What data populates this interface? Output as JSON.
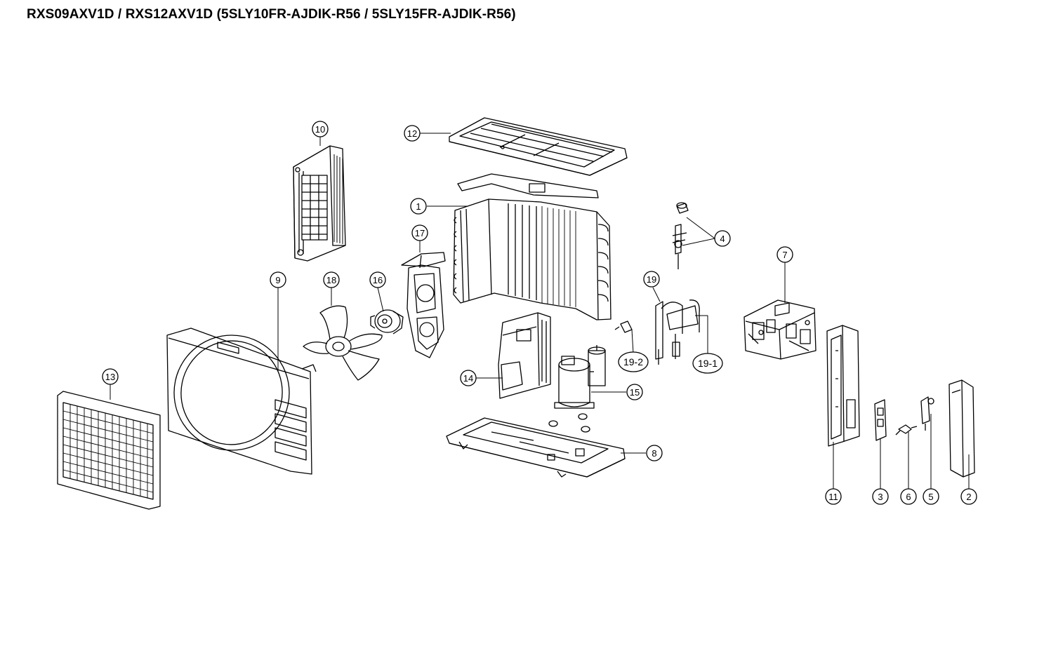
{
  "title": "RXS09AXV1D / RXS12AXV1D (5SLY10FR-AJDIK-R56 / 5SLY15FR-AJDIK-R56)",
  "callouts": [
    {
      "id": "c1",
      "label": "1"
    },
    {
      "id": "c2",
      "label": "2"
    },
    {
      "id": "c3",
      "label": "3"
    },
    {
      "id": "c4",
      "label": "4"
    },
    {
      "id": "c5",
      "label": "5"
    },
    {
      "id": "c6",
      "label": "6"
    },
    {
      "id": "c7",
      "label": "7"
    },
    {
      "id": "c8",
      "label": "8"
    },
    {
      "id": "c9",
      "label": "9"
    },
    {
      "id": "c10",
      "label": "10"
    },
    {
      "id": "c11",
      "label": "11"
    },
    {
      "id": "c12",
      "label": "12"
    },
    {
      "id": "c13",
      "label": "13"
    },
    {
      "id": "c14",
      "label": "14"
    },
    {
      "id": "c15",
      "label": "15"
    },
    {
      "id": "c16",
      "label": "16"
    },
    {
      "id": "c17",
      "label": "17"
    },
    {
      "id": "c18",
      "label": "18"
    },
    {
      "id": "c19",
      "label": "19"
    },
    {
      "id": "c19_1",
      "label": "19-1"
    },
    {
      "id": "c19_2",
      "label": "19-2"
    }
  ]
}
